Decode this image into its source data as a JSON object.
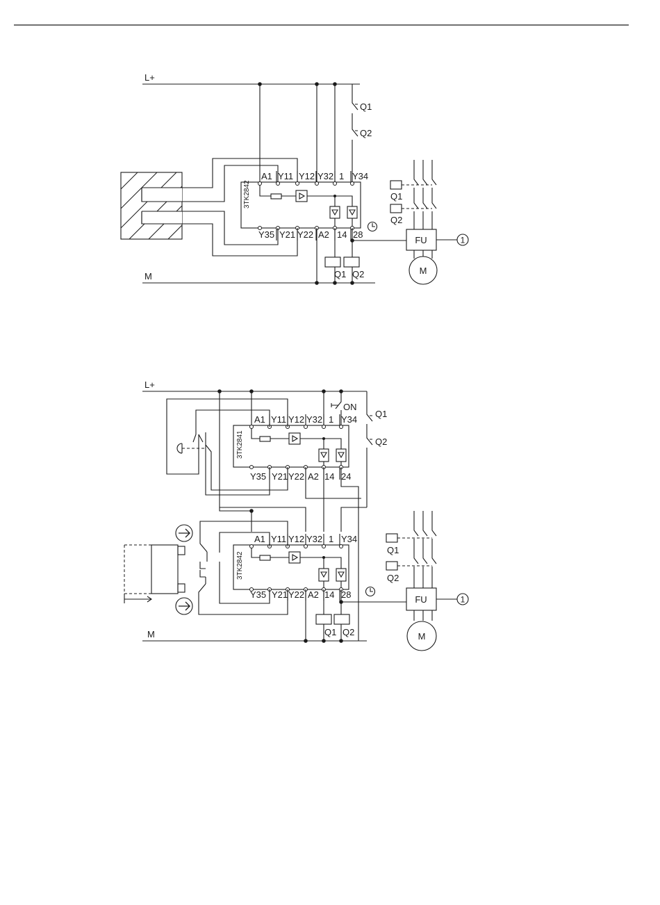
{
  "diagram1": {
    "rail_top": "L+",
    "rail_bottom": "M",
    "device_name": "3TK2842",
    "terminals_top": [
      "A1",
      "Y11",
      "Y12",
      "Y32",
      "1",
      "Y34"
    ],
    "terminals_bottom": [
      "Y35",
      "Y21",
      "Y22",
      "A2",
      "14",
      "28"
    ],
    "contacts": [
      "Q1",
      "Q2"
    ],
    "coils": [
      "Q1",
      "Q2"
    ],
    "motor_contactors": [
      "Q1",
      "Q2"
    ],
    "converter_label": "FU",
    "motor_label": "M",
    "callout": "1"
  },
  "diagram2": {
    "rail_top": "L+",
    "rail_bottom": "M",
    "on_label": "ON",
    "upper_device": {
      "name": "3TK2841",
      "terminals_top": [
        "A1",
        "Y11",
        "Y12",
        "Y32",
        "1",
        "Y34"
      ],
      "terminals_bottom": [
        "Y35",
        "Y21",
        "Y22",
        "A2",
        "14",
        "24"
      ]
    },
    "lower_device": {
      "name": "3TK2842",
      "terminals_top": [
        "A1",
        "Y11",
        "Y12",
        "Y32",
        "1",
        "Y34"
      ],
      "terminals_bottom": [
        "Y35",
        "Y21",
        "Y22",
        "A2",
        "14",
        "28"
      ]
    },
    "contacts": [
      "Q1",
      "Q2"
    ],
    "coils": [
      "Q1",
      "Q2"
    ],
    "motor_contactors": [
      "Q1",
      "Q2"
    ],
    "converter_label": "FU",
    "motor_label": "M",
    "callout": "1"
  }
}
